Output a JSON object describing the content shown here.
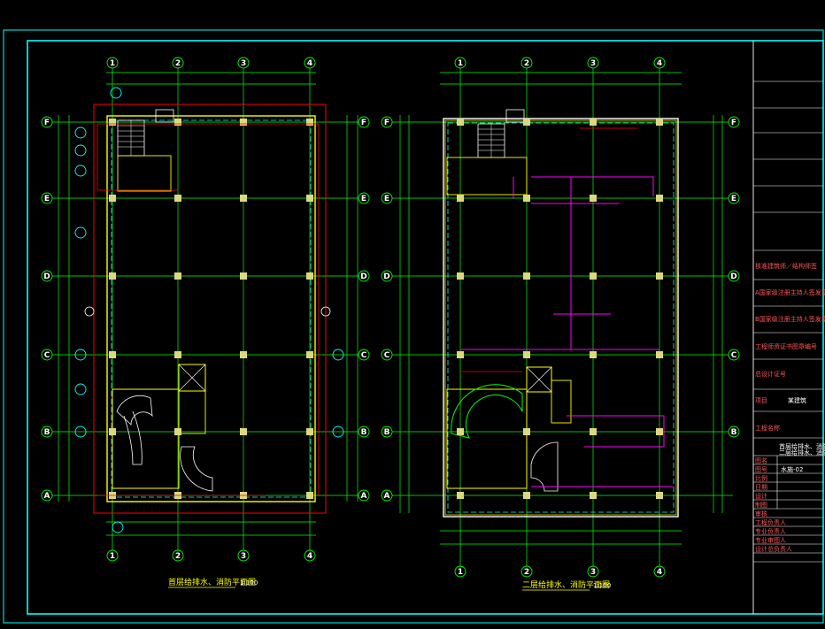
{
  "drawing": {
    "left_title": "首层给排水、消防平面图",
    "left_scale": "1:100",
    "right_title": "二层给排水、消防平面图",
    "right_scale": "1:100",
    "col_labels": [
      "1",
      "2",
      "3",
      "4"
    ],
    "row_labels": [
      "F",
      "E",
      "D",
      "C",
      "B",
      "A"
    ]
  },
  "title_block": {
    "rows": [
      "核准建筑师／结构师签",
      "A国家级注册主持人签发章",
      "B国家级注册主持人签发章",
      "工程师资证书图章编号",
      "总设计证号",
      "项目",
      "工程名称",
      "图名",
      "图号",
      "比例",
      "日期",
      "设计",
      "制图",
      "审核",
      "工程负责人",
      "专业负责人",
      "专业审图人",
      "设计总负责人"
    ],
    "project_value": "某建筑",
    "drawing_name_1": "首层给排水、消防平面图",
    "drawing_name_2": "二层给排水、消防平面图",
    "drawing_no": "水施-02"
  },
  "colors": {
    "frame": "#00ffff",
    "axis": "#00ff00",
    "wall": "#ffff00",
    "pipe": "#ff00ff",
    "red": "#ff0000",
    "text": "#ffffff"
  }
}
